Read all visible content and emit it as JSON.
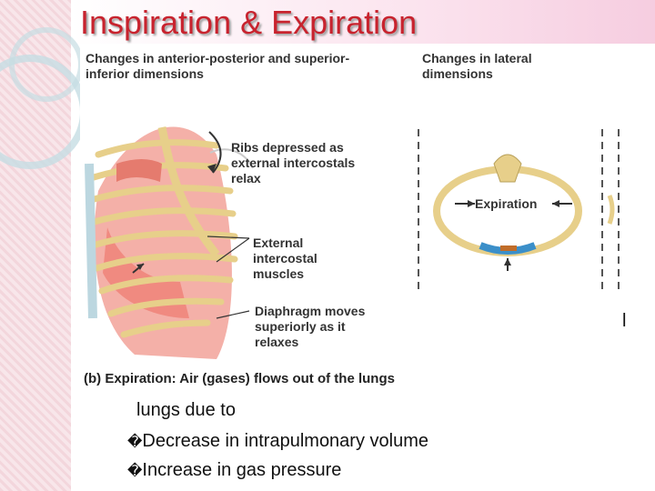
{
  "slide": {
    "title": "Inspiration & Expiration"
  },
  "figure": {
    "heading_left": "Changes in anterior-posterior and superior-inferior dimensions",
    "heading_right": "Changes in lateral dimensions",
    "label_ribs": "Ribs depressed as external intercostals relax",
    "label_muscles": "External intercostal muscles",
    "label_diaphragm": "Diaphragm moves superiorly as it relaxes",
    "label_expiration": "Expiration",
    "caption": "(b) Expiration: Air (gases) flows out of the lungs"
  },
  "text": {
    "line1": "lungs due to",
    "bullet_glyph": "�",
    "bullet1": "Decrease in intrapulmonary volume",
    "bullet2": "Increase in gas pressure",
    "cutoff": "l"
  },
  "colors": {
    "title": "#c8232e",
    "bone": "#e7cf8a",
    "muscle": "#f08a80",
    "lung": "#e9a0a0"
  }
}
